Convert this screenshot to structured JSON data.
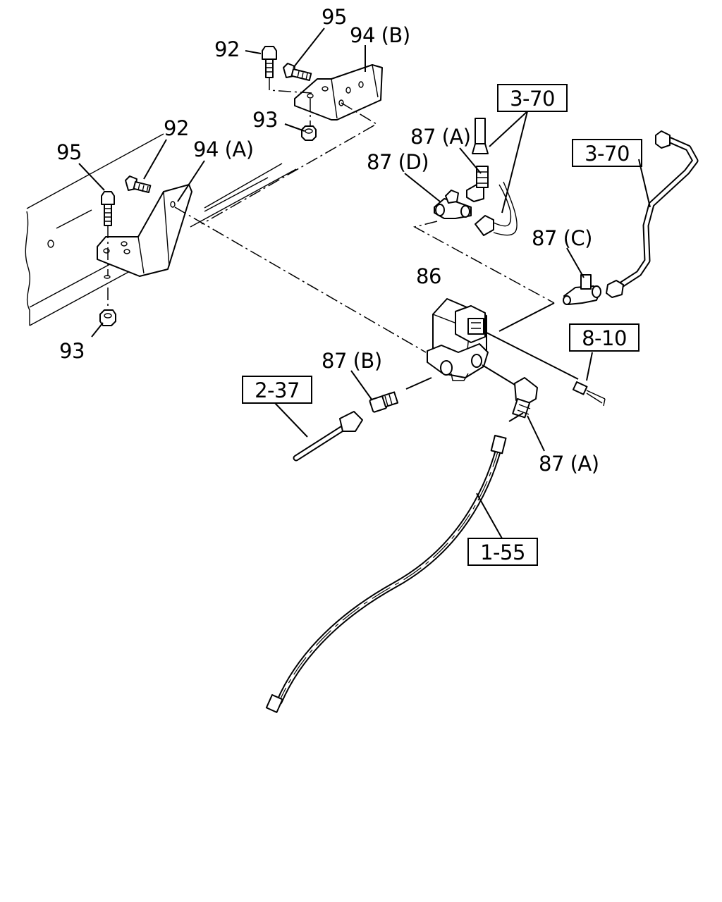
{
  "callouts": {
    "c95_top": "95",
    "c92_top": "92",
    "c94b": "94 (B)",
    "c93_top": "93",
    "c95_left": "95",
    "c92_left": "92",
    "c94a": "94 (A)",
    "c93_bottom": "93",
    "c87a_top": "87 (A)",
    "c87d": "87 (D)",
    "c87c": "87 (C)",
    "c86": "86",
    "c87b": "87 (B)",
    "c87a_bottom": "87 (A)"
  },
  "references": {
    "r370_top": "3-70",
    "r370_right": "3-70",
    "r810": "8-10",
    "r237": "2-37",
    "r155": "1-55"
  }
}
